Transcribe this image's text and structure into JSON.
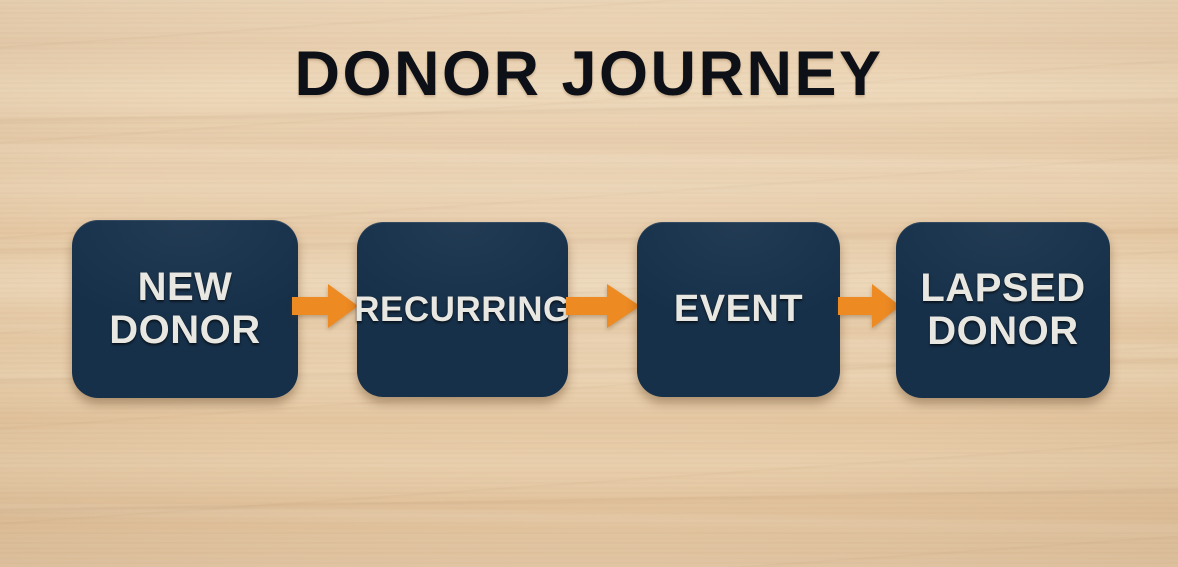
{
  "page": {
    "title": "DONOR JOURNEY",
    "background": "wood-texture-light-maple",
    "background_color": "#e8cdab"
  },
  "colors": {
    "node_fill": "#16304a",
    "node_text": "#e9e7e1",
    "arrow": "#ed8a22",
    "title_text": "#0d1117",
    "background": "#e8cdab"
  },
  "diagram": {
    "type": "linear-flow",
    "nodes": [
      {
        "id": "new-donor",
        "label": "NEW\nDONOR"
      },
      {
        "id": "recurring",
        "label": "RECURRING"
      },
      {
        "id": "event",
        "label": "EVENT"
      },
      {
        "id": "lapsed-donor",
        "label": "LAPSED\nDONOR"
      }
    ],
    "connectors": [
      {
        "id": "arrow-new-to-recurring",
        "from": "new-donor",
        "to": "recurring",
        "glyph": "arrow-right-icon"
      },
      {
        "id": "arrow-recurring-to-event",
        "from": "recurring",
        "to": "event",
        "glyph": "arrow-right-icon"
      },
      {
        "id": "arrow-event-to-lapsed",
        "from": "event",
        "to": "lapsed-donor",
        "glyph": "arrow-right-icon"
      }
    ]
  }
}
